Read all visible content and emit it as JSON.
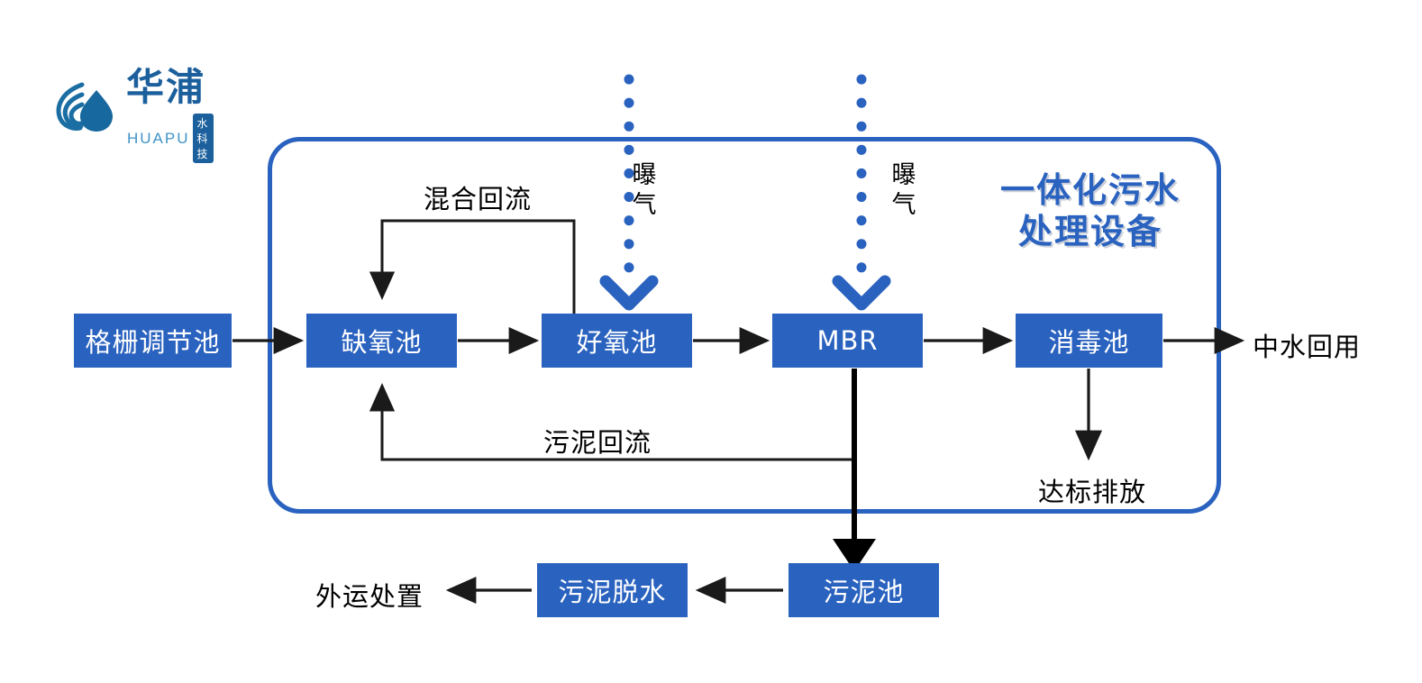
{
  "brand": {
    "wordmark": "华浦",
    "latin": "HUAPU",
    "badge": "水科技",
    "logo_icon": "water-droplet-waves-icon",
    "color_dark": "#1b5f9c",
    "color_light": "#3f93c7"
  },
  "diagram": {
    "type": "process-flow",
    "title": "一体化污水处理设备",
    "accent_color": "#2a62bf",
    "container_label": "一体化污水处理设备",
    "boxes": [
      {
        "id": "grid",
        "label": "格栅调节池",
        "inside_container": false
      },
      {
        "id": "anoxic",
        "label": "缺氧池",
        "inside_container": true
      },
      {
        "id": "aerobic",
        "label": "好氧池",
        "inside_container": true
      },
      {
        "id": "mbr",
        "label": "MBR",
        "inside_container": true
      },
      {
        "id": "disinfect",
        "label": "消毒池",
        "inside_container": true
      },
      {
        "id": "sludge_pit",
        "label": "污泥池",
        "inside_container": false
      },
      {
        "id": "dewater",
        "label": "污泥脱水",
        "inside_container": false
      }
    ],
    "endpoint_labels": [
      {
        "id": "reuse",
        "label": "中水回用"
      },
      {
        "id": "discharge",
        "label": "达标排放"
      },
      {
        "id": "haul",
        "label": "外运处置"
      }
    ],
    "flow_labels": [
      {
        "id": "mixed_return",
        "label": "混合回流"
      },
      {
        "id": "sludge_return",
        "label": "污泥回流"
      }
    ],
    "aeration": [
      {
        "id": "aeration_aerobic",
        "label": "曝气",
        "style": "dotted-blue-arrow"
      },
      {
        "id": "aeration_mbr",
        "label": "曝气",
        "style": "dotted-blue-arrow"
      }
    ],
    "connections": [
      {
        "from": "grid",
        "to": "anoxic",
        "style": "solid-arrow"
      },
      {
        "from": "anoxic",
        "to": "aerobic",
        "style": "solid-arrow"
      },
      {
        "from": "aerobic",
        "to": "mbr",
        "style": "solid-arrow"
      },
      {
        "from": "mbr",
        "to": "disinfect",
        "style": "solid-arrow"
      },
      {
        "from": "disinfect",
        "to": "reuse",
        "style": "solid-arrow"
      },
      {
        "from": "disinfect",
        "to": "discharge",
        "style": "solid-arrow"
      },
      {
        "from": "aerobic",
        "to": "anoxic",
        "style": "solid-arrow",
        "label": "混合回流"
      },
      {
        "from": "mbr",
        "to": "anoxic",
        "style": "solid-arrow",
        "label": "污泥回流"
      },
      {
        "from": "mbr",
        "to": "sludge_pit",
        "style": "thick-arrow"
      },
      {
        "from": "sludge_pit",
        "to": "dewater",
        "style": "solid-arrow"
      },
      {
        "from": "dewater",
        "to": "haul",
        "style": "solid-arrow"
      }
    ]
  }
}
